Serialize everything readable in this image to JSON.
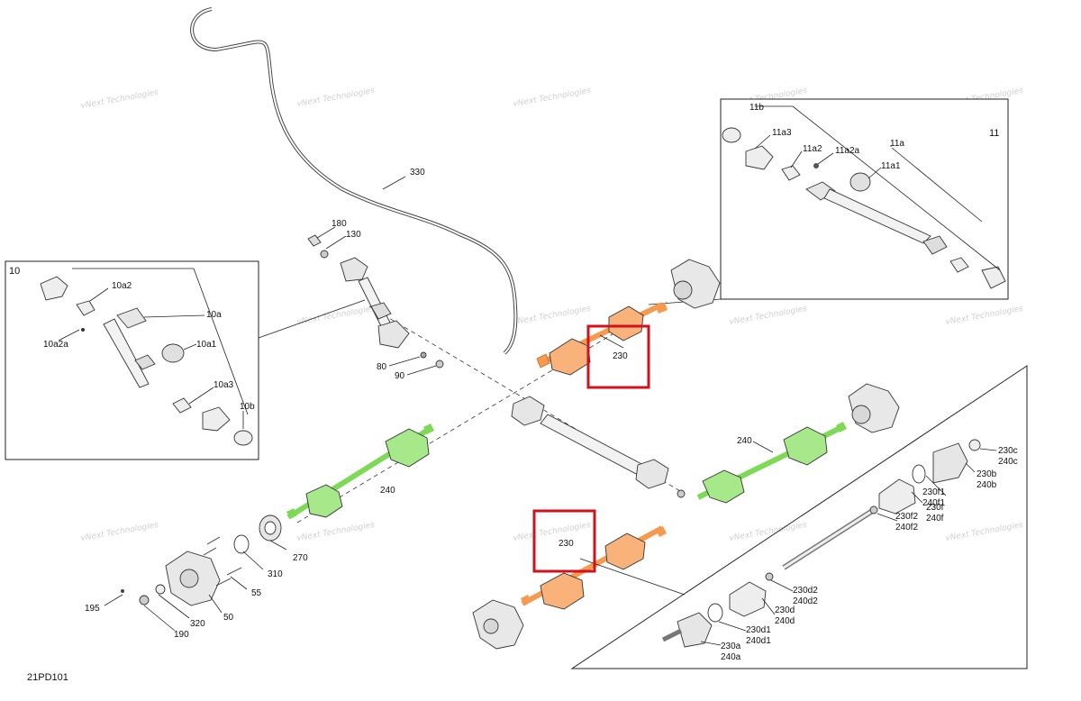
{
  "figure_code": "21PD101",
  "watermark": "vNext Technologies",
  "highlight_color": "#d0121c",
  "part_colors": {
    "front_driveshaft": "#f59a4e",
    "rear_driveshaft": "#7ed957",
    "generic": "#f2f2f2"
  },
  "inset_10": {
    "number": "10",
    "labels": [
      "10a2",
      "10a",
      "10a2a",
      "10a1",
      "10a3",
      "10b"
    ]
  },
  "inset_11": {
    "number": "11",
    "labels": [
      "11b",
      "11a3",
      "11a2",
      "11a2a",
      "11a",
      "11a1"
    ]
  },
  "callouts": {
    "c330": "330",
    "c180": "180",
    "c130": "130",
    "c80": "80",
    "c90": "90",
    "c230_top": "230",
    "c240_left": "240",
    "c240_right": "240",
    "c230_mid": "230",
    "c310": "310",
    "c270": "270",
    "c55": "55",
    "c50": "50",
    "c320": "320",
    "c195": "195",
    "c190": "190"
  },
  "exploded": [
    {
      "a": "230c",
      "b": "240c"
    },
    {
      "a": "230b",
      "b": "240b"
    },
    {
      "a": "230f1",
      "b": "240f1"
    },
    {
      "a": "230f",
      "b": "240f"
    },
    {
      "a": "230f2",
      "b": "240f2"
    },
    {
      "a": "230d2",
      "b": "240d2"
    },
    {
      "a": "230d",
      "b": "240d"
    },
    {
      "a": "230d1",
      "b": "240d1"
    },
    {
      "a": "230a",
      "b": "240a"
    }
  ]
}
